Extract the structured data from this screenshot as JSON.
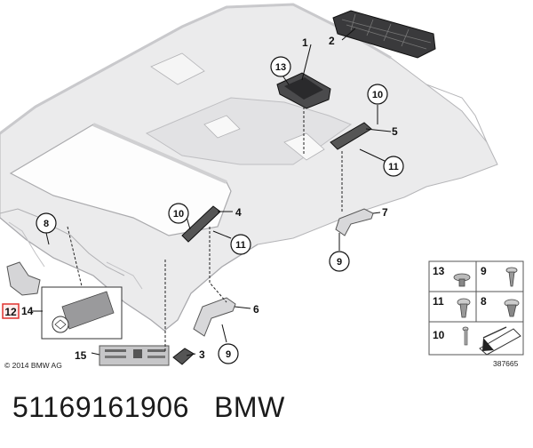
{
  "copyright": "© 2014 BMW AG",
  "diagram_number": "387665",
  "part_number": "51169161906",
  "brand": "BMW",
  "callouts": {
    "n1": "1",
    "n2": "2",
    "n3": "3",
    "n4": "4",
    "n5": "5",
    "n6": "6",
    "n7": "7",
    "n8": "8",
    "n9a": "9",
    "n9b": "9",
    "n10a": "10",
    "n10b": "10",
    "n11a": "11",
    "n11b": "11",
    "n12": "12",
    "n13": "13",
    "n14": "14",
    "n15": "15"
  },
  "legend": {
    "c13": "13",
    "c9": "9",
    "c11": "11",
    "c8": "8",
    "c10": "10"
  },
  "colors": {
    "headliner": "#e9e9ea",
    "headliner_edge": "#bdbdbf",
    "highlight": "#e0322f"
  }
}
